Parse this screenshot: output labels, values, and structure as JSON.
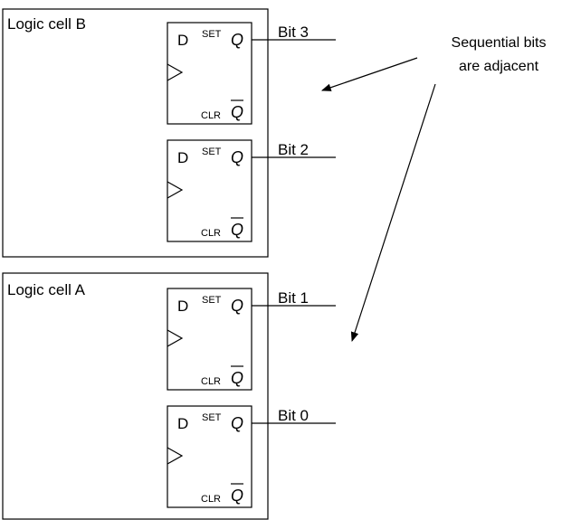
{
  "cells": [
    {
      "title": "Logic cell B"
    },
    {
      "title": "Logic cell A"
    }
  ],
  "flip_flops": [
    {
      "bit_label": "Bit 3"
    },
    {
      "bit_label": "Bit 2"
    },
    {
      "bit_label": "Bit 1"
    },
    {
      "bit_label": "Bit 0"
    }
  ],
  "pins": {
    "d": "D",
    "set": "SET",
    "q": "Q",
    "clr": "CLR",
    "qbar": "Q"
  },
  "annotation": {
    "line1": "Sequential bits",
    "line2": "are adjacent"
  }
}
